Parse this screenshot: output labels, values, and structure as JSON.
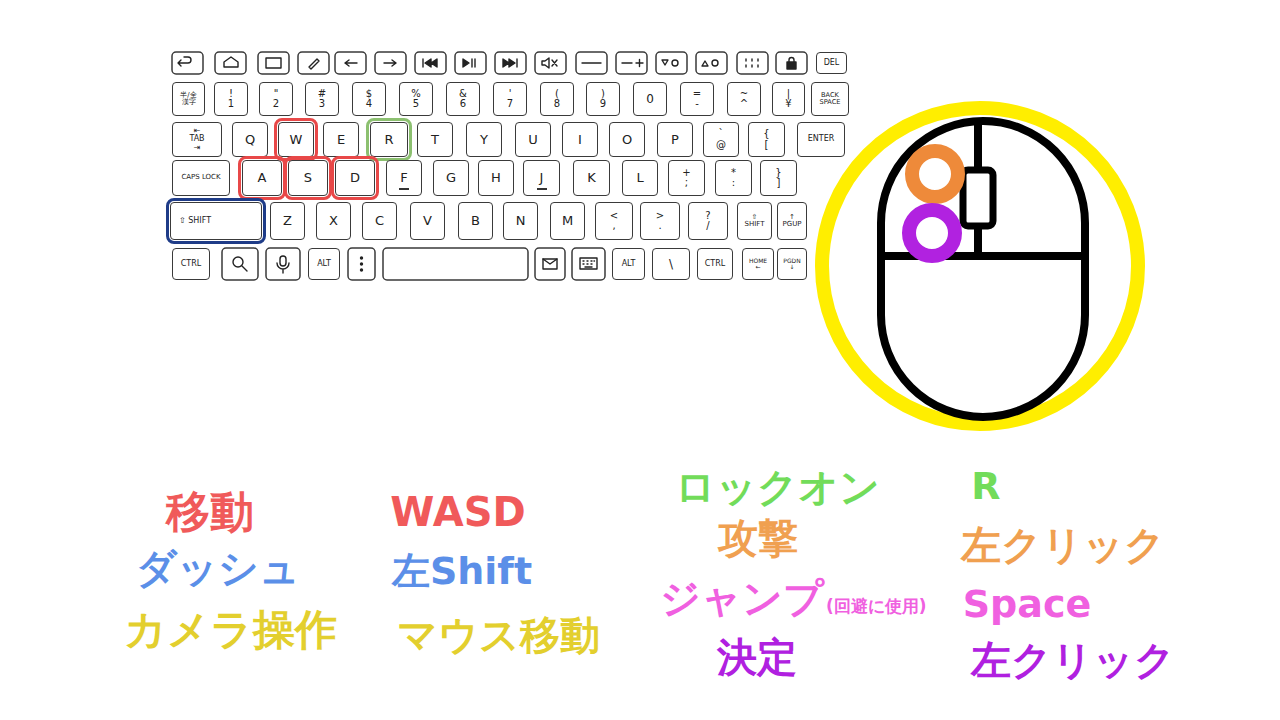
{
  "diagram": {
    "nodes": [
      {
        "text": [
          "DEL"
        ]
      },
      {
        "text": [
          "半/全",
          "漢字"
        ]
      },
      {
        "text": [
          "!",
          "1"
        ]
      },
      {
        "text": [
          "\"",
          "2"
        ]
      },
      {
        "text": [
          "#",
          "3"
        ]
      },
      {
        "text": [
          "$",
          "4"
        ]
      },
      {
        "text": [
          "%",
          "5"
        ]
      },
      {
        "text": [
          "&",
          "6"
        ]
      },
      {
        "text": [
          "'",
          "7"
        ]
      },
      {
        "text": [
          "(",
          "8"
        ]
      },
      {
        "text": [
          ")",
          "9"
        ]
      },
      {
        "text": [
          "0"
        ]
      },
      {
        "text": [
          "=",
          "-"
        ]
      },
      {
        "text": [
          "~",
          "^"
        ]
      },
      {
        "text": [
          "|",
          "¥"
        ]
      },
      {
        "text": [
          "BACK SPACE"
        ]
      },
      {
        "text": [
          "⇤",
          "TAB",
          "⇥"
        ]
      },
      {
        "text": [
          "Q"
        ]
      },
      {
        "text": [
          "W"
        ]
      },
      {
        "text": [
          "E"
        ]
      },
      {
        "text": [
          "R"
        ]
      },
      {
        "text": [
          "T"
        ]
      },
      {
        "text": [
          "Y"
        ]
      },
      {
        "text": [
          "U"
        ]
      },
      {
        "text": [
          "I"
        ]
      },
      {
        "text": [
          "O"
        ]
      },
      {
        "text": [
          "P"
        ]
      },
      {
        "text": [
          "`",
          "@"
        ]
      },
      {
        "text": [
          "{",
          "["
        ]
      },
      {
        "text": [
          "ENTER"
        ]
      },
      {
        "text": [
          "CAPS LOCK"
        ]
      },
      {
        "text": [
          "A"
        ]
      },
      {
        "text": [
          "S"
        ]
      },
      {
        "text": [
          "D"
        ]
      },
      {
        "text": [
          "F"
        ]
      },
      {
        "text": [
          "G"
        ]
      },
      {
        "text": [
          "H"
        ]
      },
      {
        "text": [
          "J"
        ]
      },
      {
        "text": [
          "K"
        ]
      },
      {
        "text": [
          "L"
        ]
      },
      {
        "text": [
          "+",
          ";"
        ]
      },
      {
        "text": [
          "*",
          ":"
        ]
      },
      {
        "text": [
          "}",
          "]"
        ]
      },
      {
        "text": [
          "⇧ SHIFT"
        ]
      },
      {
        "text": [
          "Z"
        ]
      },
      {
        "text": [
          "X"
        ]
      },
      {
        "text": [
          "C"
        ]
      },
      {
        "text": [
          "V"
        ]
      },
      {
        "text": [
          "B"
        ]
      },
      {
        "text": [
          "N"
        ]
      },
      {
        "text": [
          "M"
        ]
      },
      {
        "text": [
          "<",
          ","
        ]
      },
      {
        "text": [
          ">",
          "."
        ]
      },
      {
        "text": [
          "?",
          "/"
        ]
      },
      {
        "text": [
          "⇧",
          "SHIFT"
        ]
      },
      {
        "text": [
          "↑",
          "PGUP"
        ]
      },
      {
        "text": [
          "CTRL"
        ]
      },
      {
        "text": [
          "ALT"
        ]
      },
      {
        "text": [
          "ALT"
        ]
      },
      {
        "text": [
          "\\"
        ]
      },
      {
        "text": [
          "CTRL"
        ]
      },
      {
        "text": [
          "HOME",
          "←"
        ]
      },
      {
        "text": [
          "PGDN",
          "↓"
        ]
      }
    ],
    "labels": [
      "移動",
      "WASD",
      "ダッシュ",
      "左Shift",
      "カメラ操作",
      "マウス移動",
      "ロックオン",
      "R",
      "攻撃",
      "左クリック",
      "ジャンプ",
      "(回避に使用)",
      "Space",
      "決定",
      "左クリック"
    ]
  }
}
